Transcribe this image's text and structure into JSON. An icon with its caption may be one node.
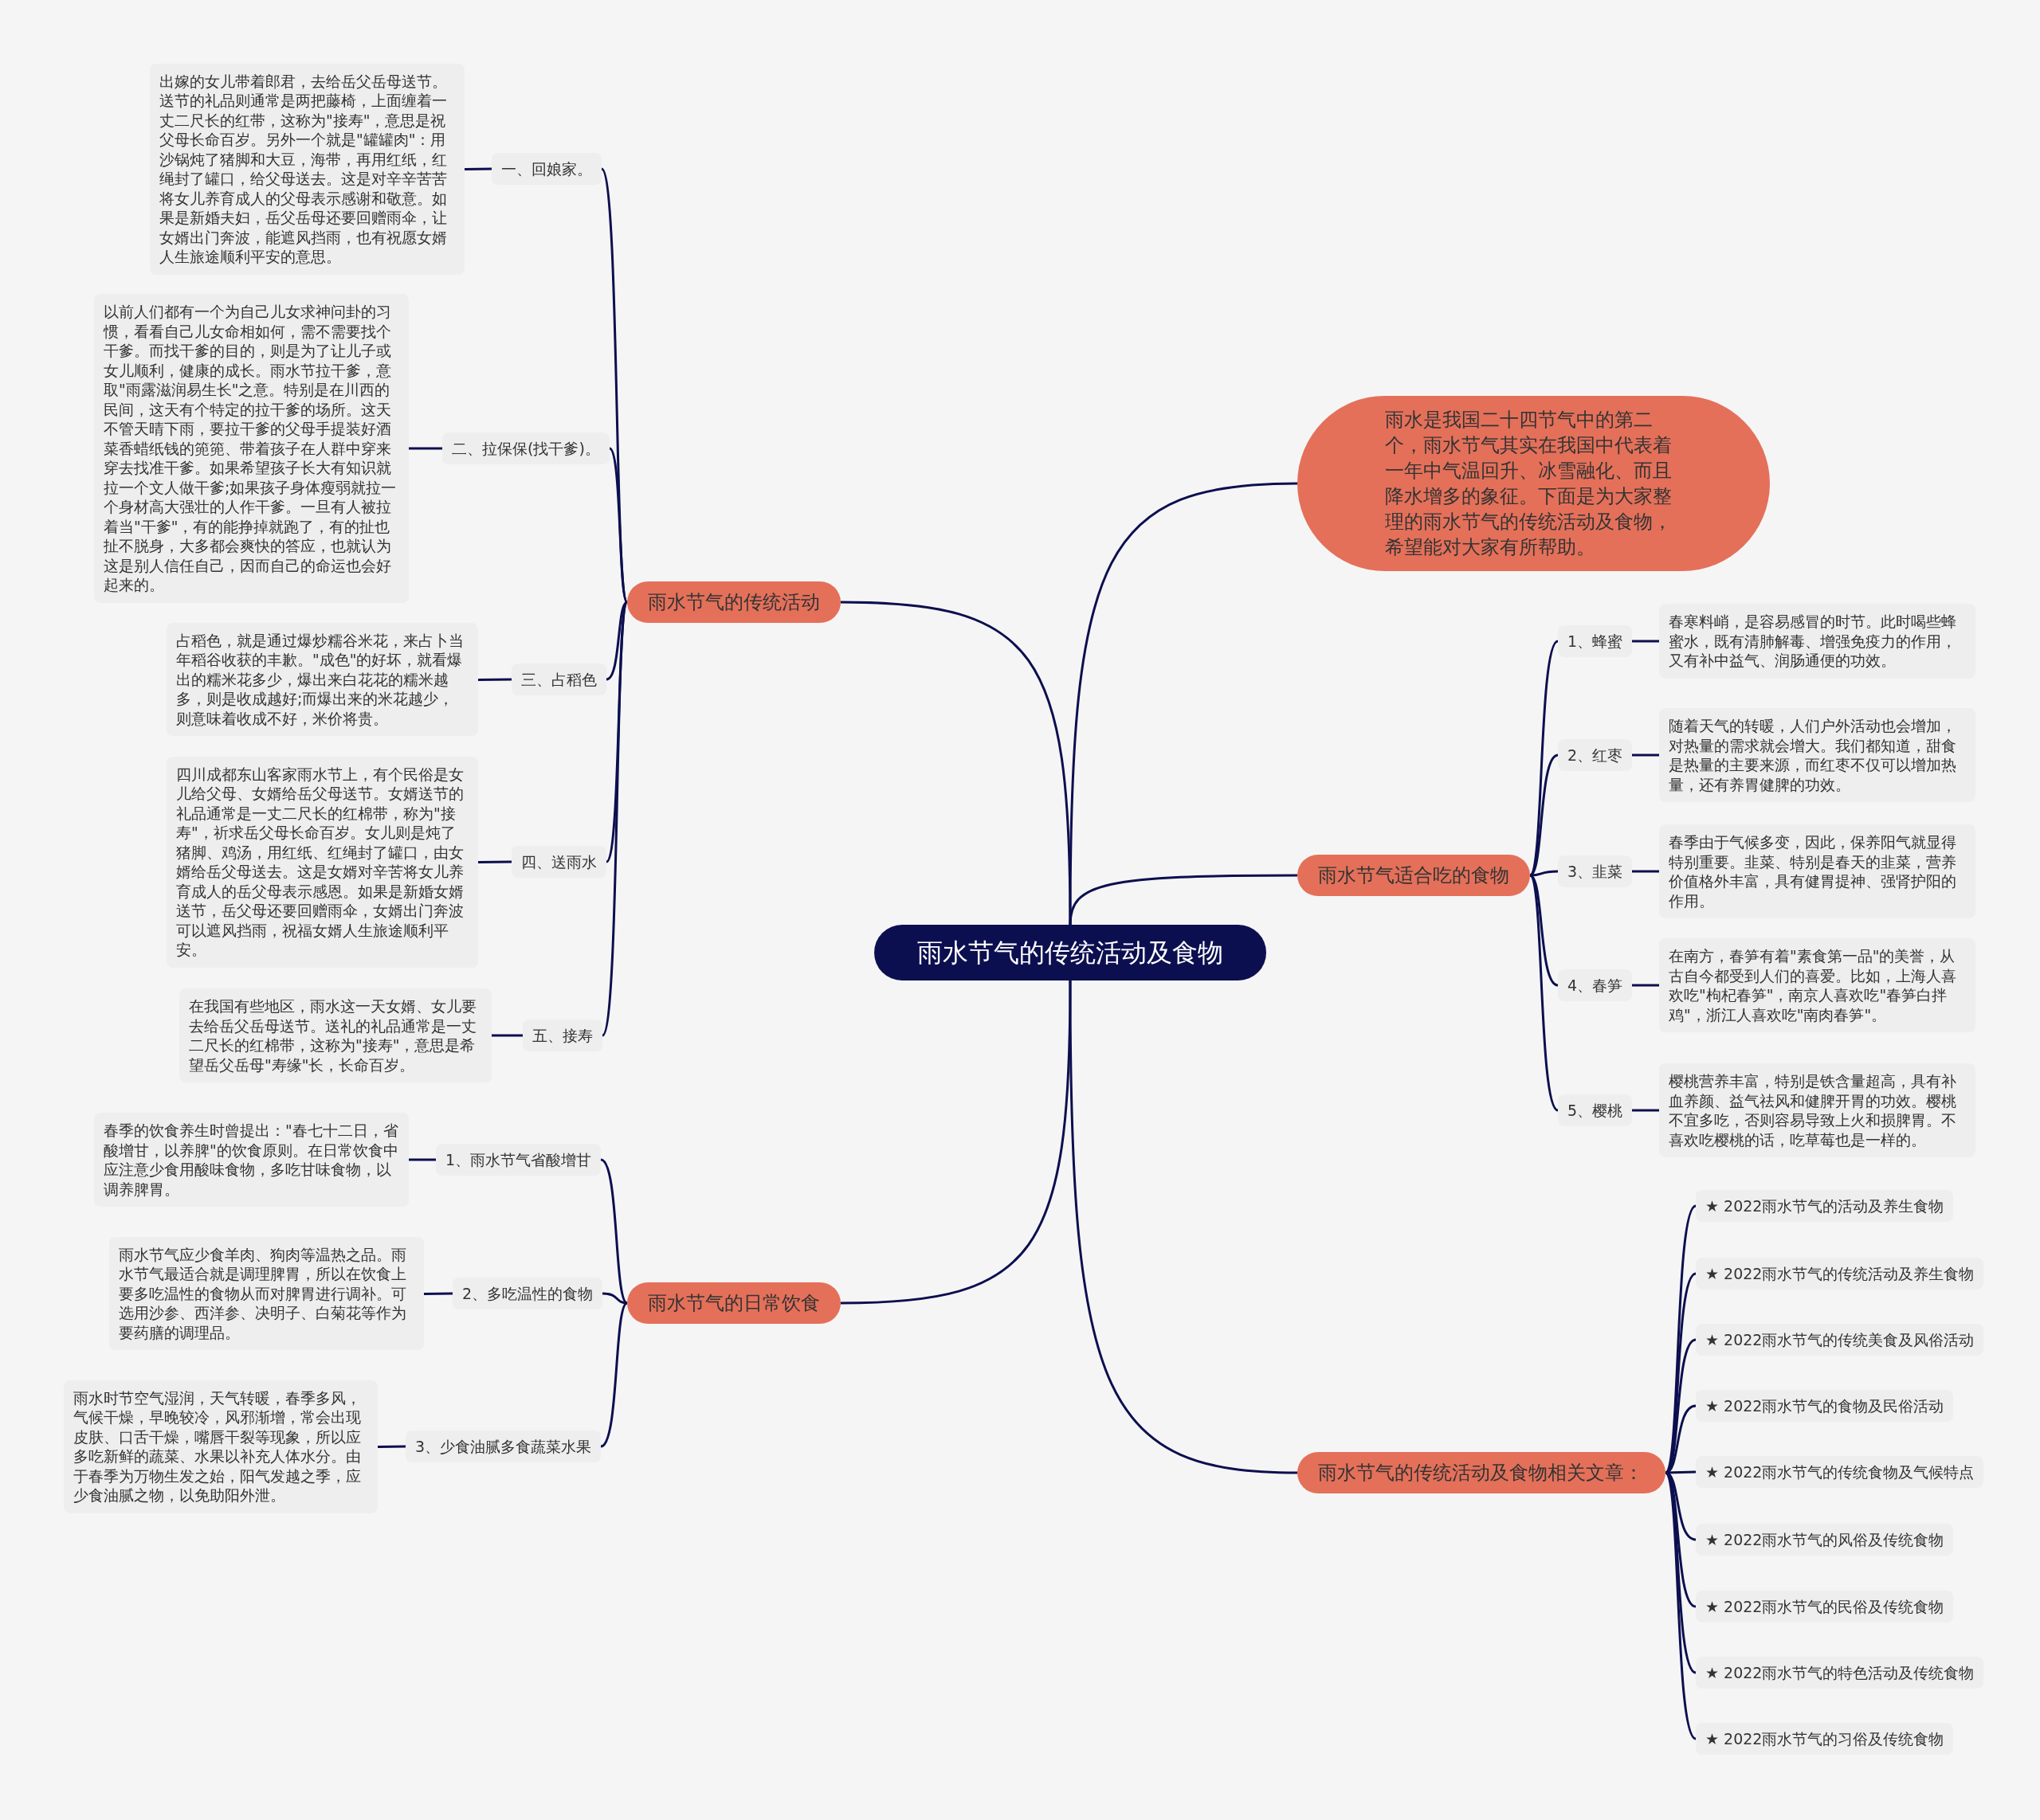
{
  "diagram": {
    "nodes": [
      {
        "text": [
          "雨水节气的传统活动及食物"
        ]
      },
      {
        "text": [
          "雨水是我国二十四节气中的第二个，雨水节气其实在我国中代表着一年中气温回升、冰雪融化、而且降水增多的象征。下面是为大家整理的雨水节气的传统活动及食物，希望能对大家有所帮助。"
        ]
      },
      {
        "text": [
          "雨水节气的传统活动"
        ]
      },
      {
        "text": [
          "一、回娘家。"
        ]
      },
      {
        "text": [
          "出嫁的女儿带着郎君，去给岳父岳母送节。送节的礼品则通常是两把藤椅，上面缠着一丈二尺长的红带，这称为\"接寿\"，意思是祝父母长命百岁。另外一个就是\"罐罐肉\"：用沙锅炖了猪脚和大豆，海带，再用红纸，红绳封了罐口，给父母送去。这是对辛辛苦苦将女儿养育成人的父母表示感谢和敬意。如果是新婚夫妇，岳父岳母还要回赠雨伞，让女婿出门奔波，能遮风挡雨，也有祝愿女婿人生旅途顺利平安的意思。"
        ]
      },
      {
        "text": [
          "二、拉保保(找干爹)。"
        ]
      },
      {
        "text": [
          "以前人们都有一个为自己儿女求神问卦的习惯，看看自己儿女命相如何，需不需要找个干爹。而找干爹的目的，则是为了让儿子或女儿顺利，健康的成长。雨水节拉干爹，意取\"雨露滋润易生长\"之意。特别是在川西的民间，这天有个特定的拉干爹的场所。这天不管天晴下雨，要拉干爹的父母手提装好酒菜香蜡纸钱的篼篼、带着孩子在人群中穿来穿去找准干爹。如果希望孩子长大有知识就拉一个文人做干爹;如果孩子身体瘦弱就拉一个身材高大强壮的人作干爹。一旦有人被拉着当\"干爹\"，有的能挣掉就跑了，有的扯也扯不脱身，大多都会爽快的答应，也就认为这是别人信任自己，因而自己的命运也会好起来的。"
        ]
      },
      {
        "text": [
          "三、占稻色"
        ]
      },
      {
        "text": [
          "占稻色，就是通过爆炒糯谷米花，来占卜当年稻谷收获的丰歉。\"成色\"的好坏，就看爆出的糯米花多少，爆出来白花花的糯米越多，则是收成越好;而爆出来的米花越少，则意味着收成不好，米价将贵。"
        ]
      },
      {
        "text": [
          "四、送雨水"
        ]
      },
      {
        "text": [
          "四川成都东山客家雨水节上，有个民俗是女儿给父母、女婿给岳父母送节。女婿送节的礼品通常是一丈二尺长的红棉带，称为\"接寿\"，祈求岳父母长命百岁。女儿则是炖了猪脚、鸡汤，用红纸、红绳封了罐口，由女婿给岳父母送去。这是女婿对辛苦将女儿养育成人的岳父母表示感恩。如果是新婚女婿送节，岳父母还要回赠雨伞，女婿出门奔波可以遮风挡雨，祝福女婿人生旅途顺利平安。"
        ]
      },
      {
        "text": [
          "五、接寿"
        ]
      },
      {
        "text": [
          "在我国有些地区，雨水这一天女婿、女儿要去给岳父岳母送节。送礼的礼品通常是一丈二尺长的红棉带，这称为\"接寿\"，意思是希望岳父岳母\"寿缘\"长，长命百岁。"
        ]
      },
      {
        "text": [
          "雨水节气的日常饮食"
        ]
      },
      {
        "text": [
          "1、雨水节气省酸增甘"
        ]
      },
      {
        "text": [
          "春季的饮食养生时曾提出：\"春七十二日，省酸增甘，以养脾\"的饮食原则。在日常饮食中应注意少食用酸味食物，多吃甘味食物，以调养脾胃。"
        ]
      },
      {
        "text": [
          "2、多吃温性的食物"
        ]
      },
      {
        "text": [
          "雨水节气应少食羊肉、狗肉等温热之品。雨水节气最适合就是调理脾胃，所以在饮食上要多吃温性的食物从而对脾胃进行调补。可选用沙参、西洋参、决明子、白菊花等作为要药膳的调理品。"
        ]
      },
      {
        "text": [
          "3、少食油腻多食蔬菜水果"
        ]
      },
      {
        "text": [
          "雨水时节空气湿润，天气转暖，春季多风，气候干燥，早晚较冷，风邪渐增，常会出现皮肤、口舌干燥，嘴唇干裂等现象，所以应多吃新鲜的蔬菜、水果以补充人体水分。由于春季为万物生发之始，阳气发越之季，应少食油腻之物，以免助阳外泄。"
        ]
      },
      {
        "text": [
          "雨水节气适合吃的食物"
        ]
      },
      {
        "text": [
          "1、蜂蜜"
        ]
      },
      {
        "text": [
          "春寒料峭，是容易感冒的时节。此时喝些蜂蜜水，既有清肺解毒、增强免疫力的作用，又有补中益气、润肠通便的功效。"
        ]
      },
      {
        "text": [
          "2、红枣"
        ]
      },
      {
        "text": [
          "随着天气的转暖，人们户外活动也会增加，对热量的需求就会增大。我们都知道，甜食是热量的主要来源，而红枣不仅可以增加热量，还有养胃健脾的功效。"
        ]
      },
      {
        "text": [
          "3、韭菜"
        ]
      },
      {
        "text": [
          "春季由于气候多变，因此，保养阳气就显得特别重要。韭菜、特别是春天的韭菜，营养价值格外丰富，具有健胃提神、强肾护阳的作用。"
        ]
      },
      {
        "text": [
          "4、春笋"
        ]
      },
      {
        "text": [
          "在南方，春笋有着\"素食第一品\"的美誉，从古自今都受到人们的喜爱。比如，上海人喜欢吃\"枸杞春笋\"，南京人喜欢吃\"春笋白拌鸡\"，浙江人喜欢吃\"南肉春笋\"。"
        ]
      },
      {
        "text": [
          "5、樱桃"
        ]
      },
      {
        "text": [
          "樱桃营养丰富，特别是铁含量超高，具有补血养颜、益气祛风和健脾开胃的功效。樱桃不宜多吃，否则容易导致上火和损脾胃。不喜欢吃樱桃的话，吃草莓也是一样的。"
        ]
      },
      {
        "text": [
          "雨水节气的传统活动及食物相关文章："
        ]
      },
      {
        "text": [
          "★ 2022雨水节气的活动及养生食物"
        ]
      },
      {
        "text": [
          "★ 2022雨水节气的传统活动及养生食物"
        ]
      },
      {
        "text": [
          "★ 2022雨水节气的传统美食及风俗活动"
        ]
      },
      {
        "text": [
          "★ 2022雨水节气的食物及民俗活动"
        ]
      },
      {
        "text": [
          "★ 2022雨水节气的传统食物及气候特点"
        ]
      },
      {
        "text": [
          "★ 2022雨水节气的风俗及传统食物"
        ]
      },
      {
        "text": [
          "★ 2022雨水节气的民俗及传统食物"
        ]
      },
      {
        "text": [
          "★ 2022雨水节气的特色活动及传统食物"
        ]
      },
      {
        "text": [
          "★ 2022雨水节气的习俗及传统食物"
        ]
      }
    ],
    "edges": [
      {
        "from": 0,
        "to": 1,
        "arrow": "none"
      },
      {
        "from": 0,
        "to": 2,
        "arrow": "none"
      },
      {
        "from": 2,
        "to": 3,
        "arrow": "none"
      },
      {
        "from": 3,
        "to": 4,
        "arrow": "none"
      },
      {
        "from": 2,
        "to": 5,
        "arrow": "none"
      },
      {
        "from": 5,
        "to": 6,
        "arrow": "none"
      },
      {
        "from": 2,
        "to": 7,
        "arrow": "none"
      },
      {
        "from": 7,
        "to": 8,
        "arrow": "none"
      },
      {
        "from": 2,
        "to": 9,
        "arrow": "none"
      },
      {
        "from": 9,
        "to": 10,
        "arrow": "none"
      },
      {
        "from": 2,
        "to": 11,
        "arrow": "none"
      },
      {
        "from": 11,
        "to": 12,
        "arrow": "none"
      },
      {
        "from": 0,
        "to": 13,
        "arrow": "none"
      },
      {
        "from": 13,
        "to": 14,
        "arrow": "none"
      },
      {
        "from": 14,
        "to": 15,
        "arrow": "none"
      },
      {
        "from": 13,
        "to": 16,
        "arrow": "none"
      },
      {
        "from": 16,
        "to": 17,
        "arrow": "none"
      },
      {
        "from": 13,
        "to": 18,
        "arrow": "none"
      },
      {
        "from": 18,
        "to": 19,
        "arrow": "none"
      },
      {
        "from": 0,
        "to": 20,
        "arrow": "none"
      },
      {
        "from": 20,
        "to": 21,
        "arrow": "none"
      },
      {
        "from": 21,
        "to": 22,
        "arrow": "none"
      },
      {
        "from": 20,
        "to": 23,
        "arrow": "none"
      },
      {
        "from": 23,
        "to": 24,
        "arrow": "none"
      },
      {
        "from": 20,
        "to": 25,
        "arrow": "none"
      },
      {
        "from": 25,
        "to": 26,
        "arrow": "none"
      },
      {
        "from": 20,
        "to": 27,
        "arrow": "none"
      },
      {
        "from": 27,
        "to": 28,
        "arrow": "none"
      },
      {
        "from": 20,
        "to": 29,
        "arrow": "none"
      },
      {
        "from": 29,
        "to": 30,
        "arrow": "none"
      },
      {
        "from": 0,
        "to": 31,
        "arrow": "none"
      },
      {
        "from": 31,
        "to": 32,
        "arrow": "none"
      },
      {
        "from": 31,
        "to": 33,
        "arrow": "none"
      },
      {
        "from": 31,
        "to": 34,
        "arrow": "none"
      },
      {
        "from": 31,
        "to": 35,
        "arrow": "none"
      },
      {
        "from": 31,
        "to": 36,
        "arrow": "none"
      },
      {
        "from": 31,
        "to": 37,
        "arrow": "none"
      },
      {
        "from": 31,
        "to": 38,
        "arrow": "none"
      },
      {
        "from": 31,
        "to": 39,
        "arrow": "none"
      },
      {
        "from": 31,
        "to": 40,
        "arrow": "none"
      }
    ]
  }
}
